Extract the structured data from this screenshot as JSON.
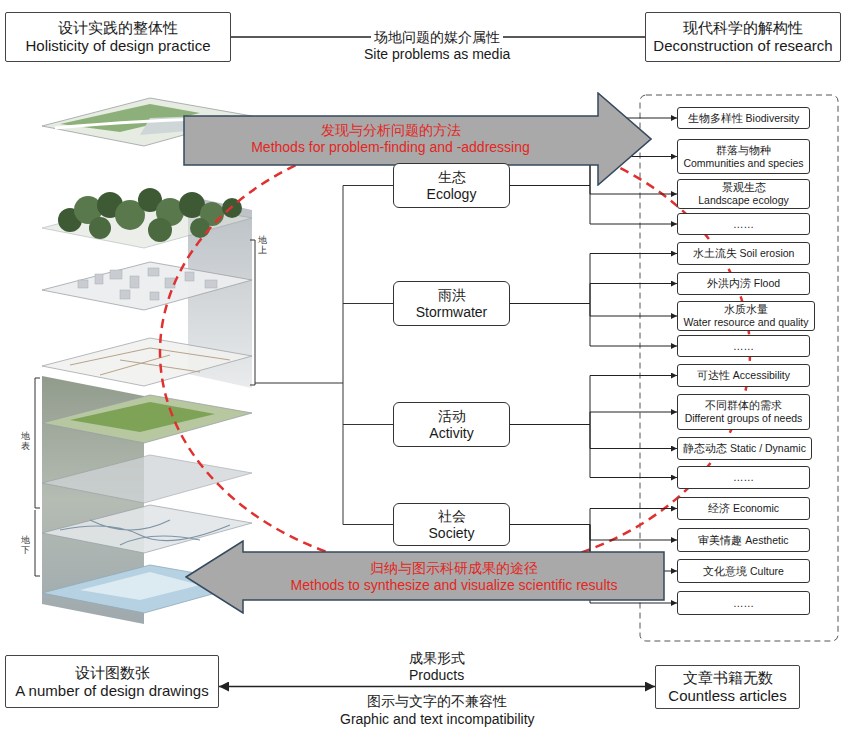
{
  "diagram": {
    "nodes": [
      {
        "text": [
          "设计实践的整体性",
          "Holisticity of design practice"
        ]
      },
      {
        "text": [
          "现代科学的解构性",
          "Deconstruction of research"
        ]
      },
      {
        "text": [
          "发现与分析问题的方法",
          "Methods for problem-finding and -addressing"
        ]
      },
      {
        "text": [
          "生态",
          "Ecology"
        ]
      },
      {
        "text": [
          "雨洪",
          "Stormwater"
        ]
      },
      {
        "text": [
          "活动",
          "Activity"
        ]
      },
      {
        "text": [
          "社会",
          "Society"
        ]
      },
      {
        "text": [
          "生物多样性 Biodiversity"
        ]
      },
      {
        "text": [
          "群落与物种",
          "Communities and species"
        ]
      },
      {
        "text": [
          "景观生态",
          "Landscape ecology"
        ]
      },
      {
        "text": [
          "……"
        ]
      },
      {
        "text": [
          "水土流失 Soil erosion"
        ]
      },
      {
        "text": [
          "外洪内涝 Flood"
        ]
      },
      {
        "text": [
          "水质水量",
          "Water resource and quality"
        ]
      },
      {
        "text": [
          "……"
        ]
      },
      {
        "text": [
          "可达性 Accessibility"
        ]
      },
      {
        "text": [
          "不同群体的需求",
          "Different groups of needs"
        ]
      },
      {
        "text": [
          "静态动态 Static / Dynamic"
        ]
      },
      {
        "text": [
          "……"
        ]
      },
      {
        "text": [
          "经济 Economic"
        ]
      },
      {
        "text": [
          "审美情趣 Aesthetic"
        ]
      },
      {
        "text": [
          "文化意境 Culture"
        ]
      },
      {
        "text": [
          "……"
        ]
      },
      {
        "text": [
          "归纳与图示科研成果的途径",
          "Methods to synthesize and visualize scientific results"
        ]
      },
      {
        "text": [
          "设计图数张",
          "A number of design drawings"
        ]
      },
      {
        "text": [
          "文章书籍无数",
          "Countless articles"
        ]
      }
    ],
    "edges": [
      {
        "from": 0,
        "to": 1,
        "arrow": "none"
      },
      {
        "from": 3,
        "to": 7,
        "arrow": "to"
      },
      {
        "from": 3,
        "to": 8,
        "arrow": "to"
      },
      {
        "from": 3,
        "to": 9,
        "arrow": "to"
      },
      {
        "from": 3,
        "to": 10,
        "arrow": "to"
      },
      {
        "from": 4,
        "to": 11,
        "arrow": "to"
      },
      {
        "from": 4,
        "to": 12,
        "arrow": "to"
      },
      {
        "from": 4,
        "to": 13,
        "arrow": "to"
      },
      {
        "from": 4,
        "to": 14,
        "arrow": "to"
      },
      {
        "from": 5,
        "to": 15,
        "arrow": "to"
      },
      {
        "from": 5,
        "to": 16,
        "arrow": "to"
      },
      {
        "from": 5,
        "to": 17,
        "arrow": "to"
      },
      {
        "from": 5,
        "to": 18,
        "arrow": "to"
      },
      {
        "from": 6,
        "to": 19,
        "arrow": "to"
      },
      {
        "from": 6,
        "to": 20,
        "arrow": "to"
      },
      {
        "from": 6,
        "to": 21,
        "arrow": "to"
      },
      {
        "from": 6,
        "to": 22,
        "arrow": "to"
      },
      {
        "from": 24,
        "to": 25,
        "arrow": "both"
      }
    ],
    "labels": [
      "场地问题的媒介属性",
      "Site problems as media",
      "地上",
      "地表",
      "地下",
      "成果形式",
      "Products",
      "图示与文字的不兼容性",
      "Graphic and text incompatibility"
    ]
  }
}
